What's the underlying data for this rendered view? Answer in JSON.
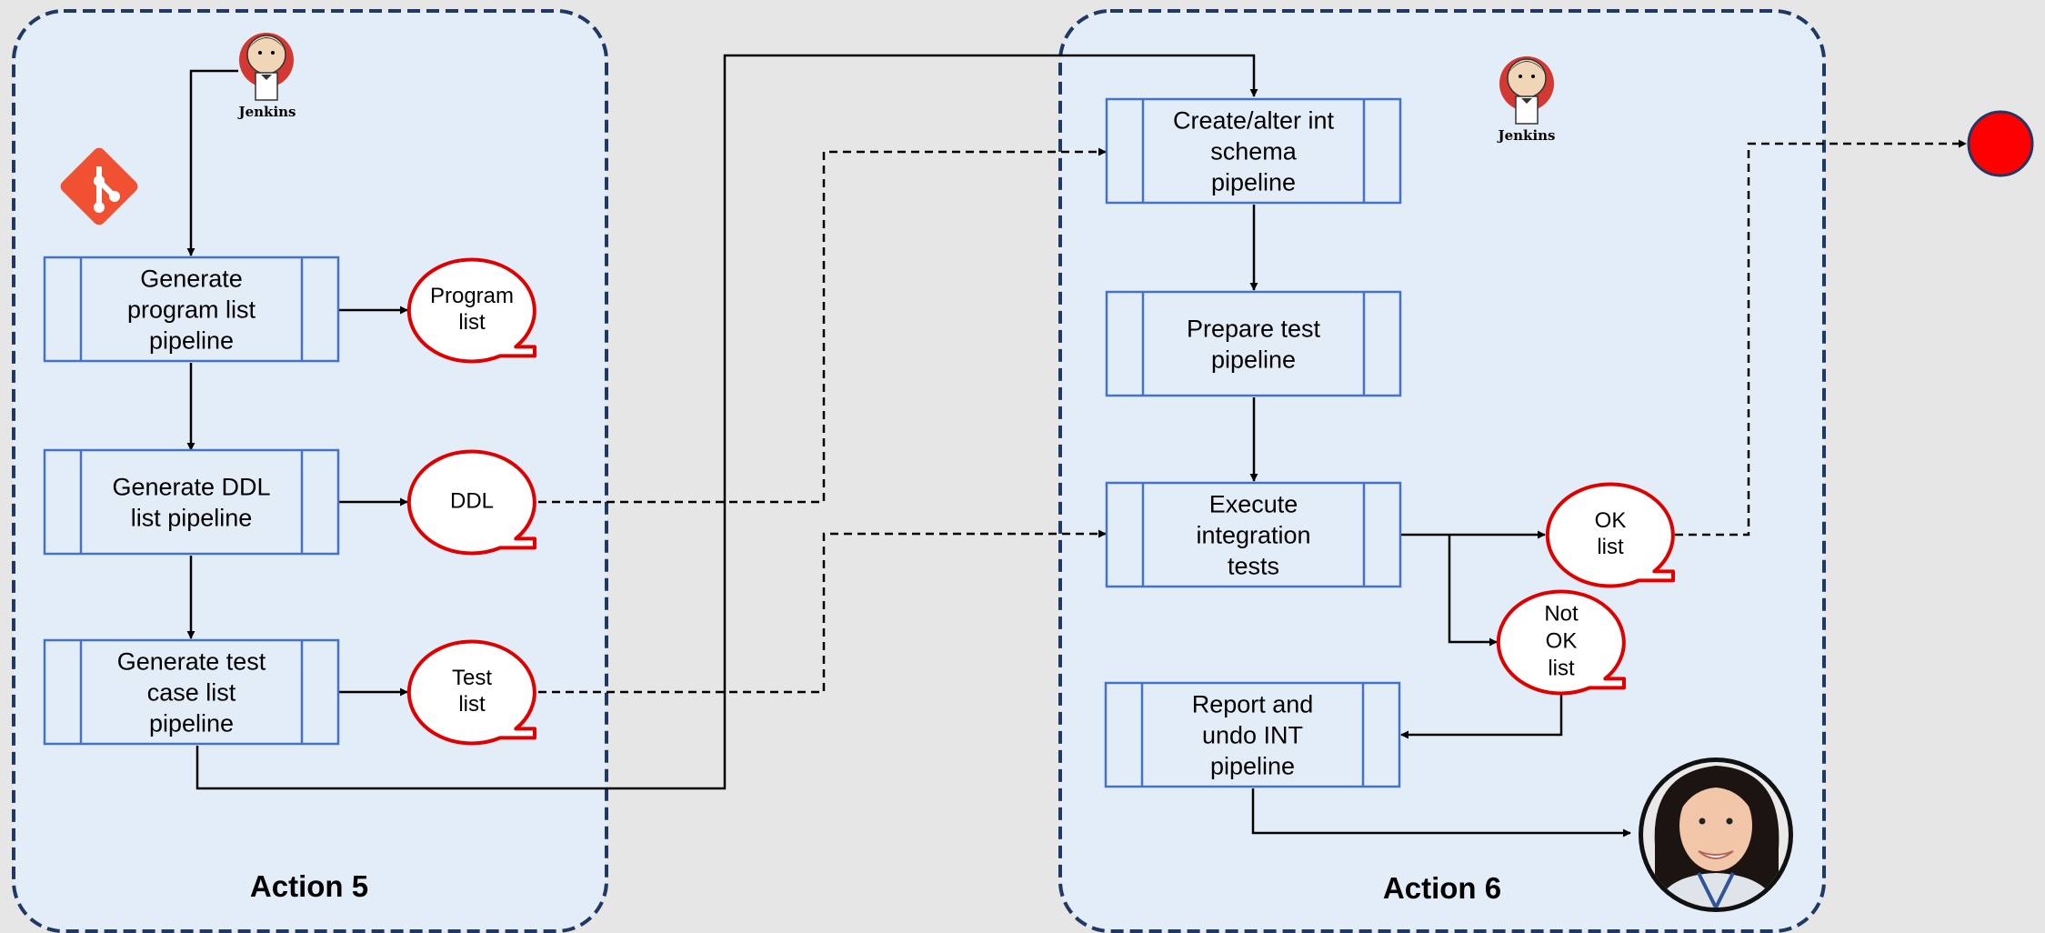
{
  "colors": {
    "background": "#e6e6e6",
    "panel_fill": "#e3edf8",
    "panel_border": "#1f3864",
    "box_border": "#4472c4",
    "doc_border": "#e00000",
    "end_fill": "#ff0000",
    "line": "#000000"
  },
  "panels": [
    {
      "title": "Action 5"
    },
    {
      "title": "Action 6"
    }
  ],
  "jenkins": [
    {
      "label": "Jenkins"
    },
    {
      "label": "Jenkins"
    }
  ],
  "boxes": {
    "gen_program": {
      "lines": [
        "Generate",
        "program list",
        "pipeline"
      ]
    },
    "gen_ddl": {
      "lines": [
        "Generate DDL",
        "list pipeline"
      ]
    },
    "gen_test": {
      "lines": [
        "Generate test",
        "case list",
        "pipeline"
      ]
    },
    "create_schema": {
      "lines": [
        "Create/alter int",
        "schema",
        "pipeline"
      ]
    },
    "prepare_test": {
      "lines": [
        "Prepare test",
        "pipeline"
      ]
    },
    "execute_tests": {
      "lines": [
        "Execute",
        "integration",
        "tests"
      ]
    },
    "report_undo": {
      "lines": [
        "Report and",
        "undo INT",
        "pipeline"
      ]
    }
  },
  "documents": {
    "program_list": {
      "lines": [
        "Program",
        "list"
      ]
    },
    "ddl": {
      "lines": [
        "DDL"
      ]
    },
    "test_list": {
      "lines": [
        "Test",
        "list"
      ]
    },
    "ok_list": {
      "lines": [
        "OK",
        "list"
      ]
    },
    "not_ok_list": {
      "lines": [
        "Not",
        "OK",
        "list"
      ]
    }
  },
  "icons": {
    "git": "git-logo-icon",
    "jenkins": "jenkins-butler-icon",
    "person": "person-avatar-icon",
    "end": "end-state-icon"
  }
}
